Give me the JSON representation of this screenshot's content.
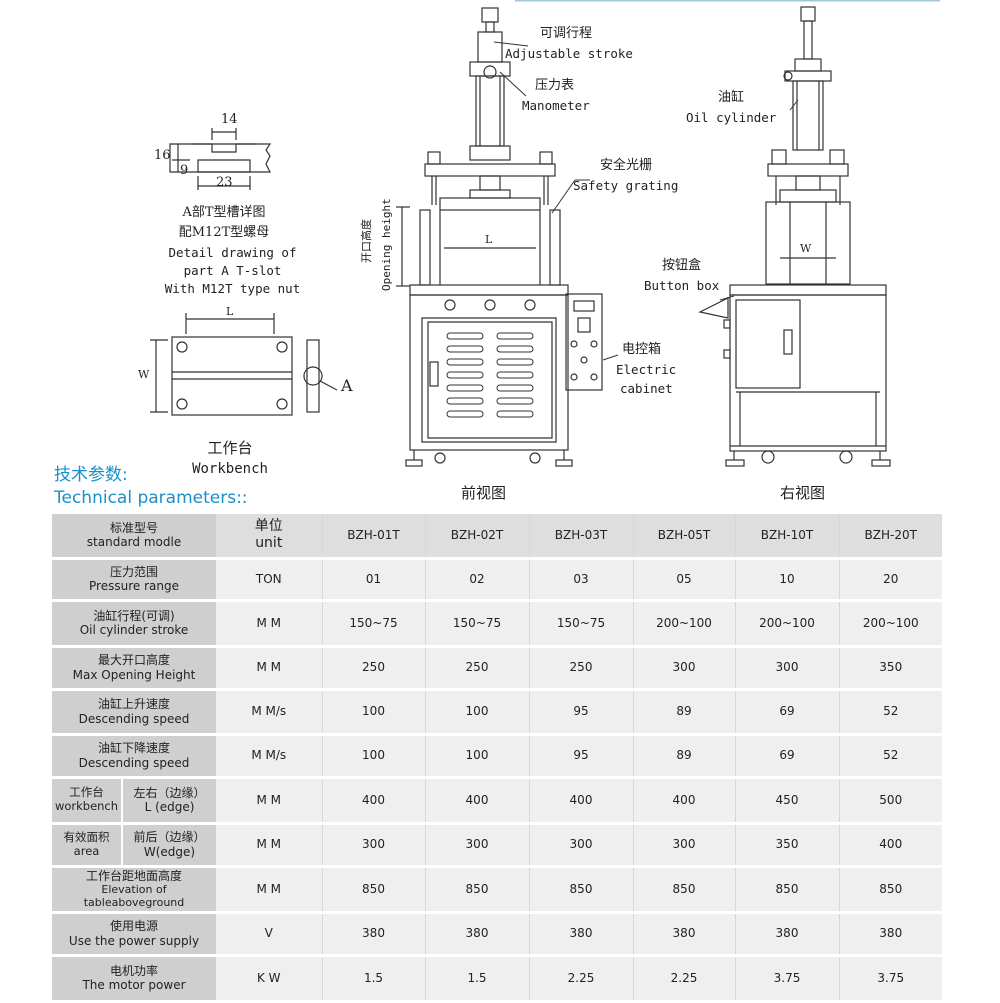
{
  "drawing": {
    "tslot": {
      "dim_14": "14",
      "dim_16": "16",
      "dim_9": "9",
      "dim_23": "23",
      "caption_cn_1": "A部T型槽详图",
      "caption_cn_2": "配M12T型螺母",
      "caption_en_1": "Detail drawing of",
      "caption_en_2": "part A T-slot",
      "caption_en_3": "With M12T type nut"
    },
    "workbench": {
      "dim_l": "L",
      "dim_w": "W",
      "detail_a": "A",
      "caption_cn": "工作台",
      "caption_en": "Workbench"
    },
    "front": {
      "adj_stroke_cn": "可调行程",
      "adj_stroke_en": "Adjustable stroke",
      "manometer_cn": "压力表",
      "manometer_en": "Manometer",
      "safety_cn": "安全光栅",
      "safety_en": "Safety grating",
      "opening_cn": "开口高度",
      "opening_en": "Opening height",
      "dim_l": "L",
      "cabinet_cn": "电控箱",
      "cabinet_en_1": "Electric",
      "cabinet_en_2": "cabinet",
      "view_title": "前视图"
    },
    "right": {
      "cylinder_cn": "油缸",
      "cylinder_en": "Oil cylinder",
      "button_cn": "按钮盒",
      "button_en": "Button box",
      "dim_w": "W",
      "view_title": "右视图"
    }
  },
  "section_title": {
    "cn": "技术参数:",
    "en": "Technical parameters::"
  },
  "table": {
    "header": {
      "cn": "标准型号",
      "en": "standard modle",
      "unit_cn": "单位",
      "unit_en": "unit",
      "models": [
        "BZH-01T",
        "BZH-02T",
        "BZH-03T",
        "BZH-05T",
        "BZH-10T",
        "BZH-20T"
      ]
    },
    "rows": [
      {
        "cn": "压力范围",
        "en": "Pressure range",
        "unit": "TON",
        "values": [
          "01",
          "02",
          "03",
          "05",
          "10",
          "20"
        ]
      },
      {
        "cn": "油缸行程(可调)",
        "en": "Oil cylinder stroke",
        "unit": "M M",
        "values": [
          "150~75",
          "150~75",
          "150~75",
          "200~100",
          "200~100",
          "200~100"
        ]
      },
      {
        "cn": "最大开口高度",
        "en": "Max Opening Height",
        "unit": "M M",
        "values": [
          "250",
          "250",
          "250",
          "300",
          "300",
          "350"
        ]
      },
      {
        "cn": "油缸上升速度",
        "en": "Descending speed",
        "unit": "M M/s",
        "values": [
          "100",
          "100",
          "95",
          "89",
          "69",
          "52"
        ]
      },
      {
        "cn": "油缸下降速度",
        "en": "Descending speed",
        "unit": "M M/s",
        "values": [
          "100",
          "100",
          "95",
          "89",
          "69",
          "52"
        ]
      }
    ],
    "workbench_rows": [
      {
        "group_cn": "工作台",
        "group_en": "workbench",
        "sub_cn": "左右（边缘）",
        "sub_en": "L (edge)",
        "unit": "M M",
        "values": [
          "400",
          "400",
          "400",
          "400",
          "450",
          "500"
        ]
      },
      {
        "group_cn": "有效面积",
        "group_en": "area",
        "sub_cn": "前后（边缘）",
        "sub_en": "W(edge)",
        "unit": "M M",
        "values": [
          "300",
          "300",
          "300",
          "300",
          "350",
          "400"
        ]
      }
    ],
    "tail_rows": [
      {
        "cn": "工作台距地面高度",
        "en_1": "Elevation of",
        "en_2": "tableaboveground",
        "unit": "M M",
        "values": [
          "850",
          "850",
          "850",
          "850",
          "850",
          "850"
        ]
      },
      {
        "cn": "使用电源",
        "en": "Use the power supply",
        "unit": "V",
        "values": [
          "380",
          "380",
          "380",
          "380",
          "380",
          "380"
        ]
      },
      {
        "cn": "电机功率",
        "en": "The motor power",
        "unit": "K W",
        "values": [
          "1.5",
          "1.5",
          "2.25",
          "2.25",
          "3.75",
          "3.75"
        ]
      }
    ]
  }
}
